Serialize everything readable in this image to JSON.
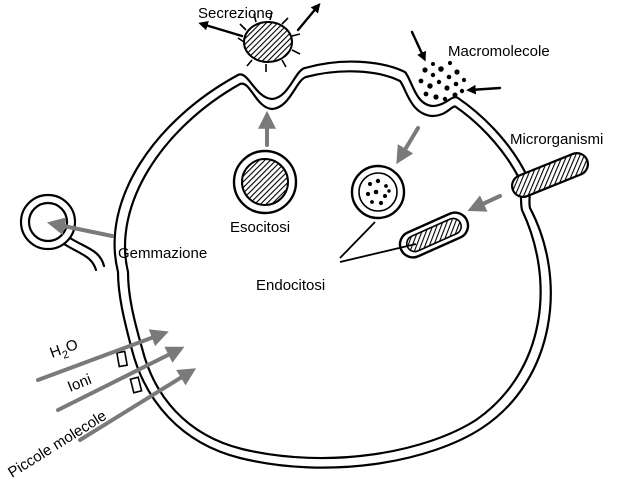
{
  "labels": {
    "secrezione": "Secrezione",
    "macromolecole": "Macromolecole",
    "microrganismi": "Microrganismi",
    "esocitosi": "Esocitosi",
    "endocitosi": "Endocitosi",
    "gemmazione": "Gemmazione",
    "h2o_main": "H",
    "h2o_sub": "2",
    "h2o_tail": "O",
    "ioni": "Ioni",
    "piccole_molecole": "Piccole molecole"
  },
  "colors": {
    "membrane": "#000000",
    "transport_arrow": "#7a7a7a",
    "background": "#ffffff"
  }
}
